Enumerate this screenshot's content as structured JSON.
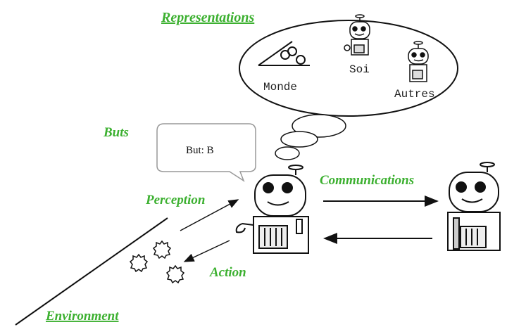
{
  "labels": {
    "representations": "Representations",
    "buts": "Buts",
    "perception": "Perception",
    "communications": "Communications",
    "action": "Action",
    "environment": "Environment"
  },
  "thought": {
    "monde": "Monde",
    "soi": "Soi",
    "autres": "Autres"
  },
  "speech": {
    "text": "But: B"
  },
  "colors": {
    "label_green": "#3cb030",
    "line": "#111111"
  }
}
